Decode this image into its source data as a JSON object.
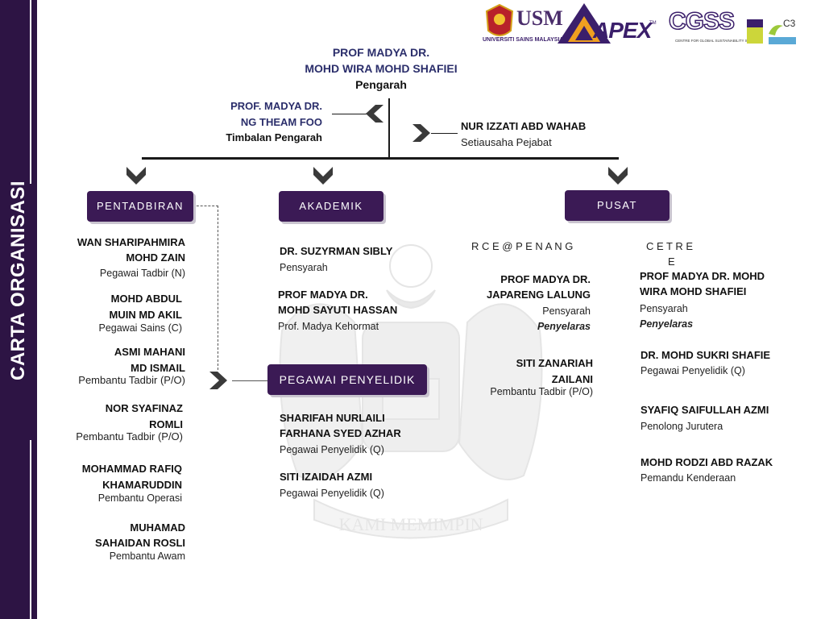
{
  "sidebar": {
    "title": "CARTA ORGANISASI"
  },
  "logos": {
    "usm_text": "USM",
    "usm_caption": "UNIVERSITI SAINS MALAYSIA",
    "apex_text": "APEX",
    "apex_tm": "TM",
    "cgss_text": "CGSS",
    "cgss_caption": "CENTRE FOR GLOBAL SUSTAINABILITY STUDIES",
    "c3_text": "C3"
  },
  "director": {
    "name_line1": "PROF MADYA DR.",
    "name_line2": "MOHD WIRA MOHD SHAFIEI",
    "role": "Pengarah"
  },
  "deputy": {
    "name_line1": "PROF. MADYA DR.",
    "name_line2": "NG THEAM FOO",
    "role": "Timbalan Pengarah"
  },
  "secretary": {
    "name": "NUR IZZATI ABD WAHAB",
    "role": "Setiausaha Pejabat"
  },
  "boxes": {
    "pentadbiran": "PENTADBIRAN",
    "akademik": "AKADEMIK",
    "pusat": "PUSAT",
    "penyelidik": "PEGAWAI PENYELIDIK"
  },
  "pentadbiran": [
    {
      "l1": "WAN SHARIPAHMIRA",
      "l2": "MOHD ZAIN",
      "role": "Pegawai  Tadbir  (N)"
    },
    {
      "l1": "MOHD  ABDUL",
      "l2": "MUIN MD AKIL",
      "role": "Pegawai  Sains  (C)"
    },
    {
      "l1": "ASMI MAHANI",
      "l2": "MD ISMAIL",
      "role": "Pembantu Tadbir (P/O)"
    },
    {
      "l1": "NOR SYAFINAZ",
      "l2": "ROMLI",
      "role": "Pembantu Tadbir (P/O)"
    },
    {
      "l1": "MOHAMMAD RAFIQ",
      "l2": "KHAMARUDDIN",
      "role": "Pembantu Operasi"
    },
    {
      "l1": "MUHAMAD",
      "l2": "SAHAIDAN ROSLI",
      "role": "Pembantu  Awam"
    }
  ],
  "akademik": [
    {
      "l1": "DR. SUZYRMAN SIBLY",
      "role": "Pensyarah"
    },
    {
      "l1": "PROF MADYA DR.",
      "l2": "MOHD SAYUTI HASSAN",
      "role": "Prof. Madya Kehormat"
    }
  ],
  "penyelidik": [
    {
      "l1": "SHARIFAH  NURLAILI",
      "l2": "FARHANA SYED AZHAR",
      "role": "Pegawai  Penyelidik  (Q)"
    },
    {
      "l1": "SITI IZAIDAH AZMI",
      "role": "Pegawai  Penyelidik  (Q)"
    }
  ],
  "rce": {
    "heading": "R C E @ P E N A N G",
    "p1": {
      "l1": "PROF MADYA DR.",
      "l2": "JAPARENG LALUNG",
      "role": "Pensyarah",
      "role2": "Penyelaras"
    },
    "p2": {
      "l1": "SITI ZANARIAH",
      "l2": "ZAILANI",
      "role": "Pembantu Tadbir (P/O)"
    }
  },
  "cetre": {
    "heading1": "C E T R E",
    "heading2": "E",
    "p1": {
      "l1": "PROF MADYA DR. MOHD",
      "l2": "WIRA MOHD SHAFIEI",
      "role": "Pensyarah",
      "role2": "Penyelaras"
    },
    "p2": {
      "l1": "DR. MOHD SUKRI SHAFIE",
      "role": "Pegawai  Penyelidik  (Q)"
    },
    "p3": {
      "l1": "SYAFIQ  SAIFULLAH AZMI",
      "role": "Penolong  Jurutera"
    },
    "p4": {
      "l1": "MOHD RODZI ABD RAZAK",
      "role": "Pemandu  Kenderaan"
    }
  },
  "watermark": {
    "motto": "KAMI MEMIMPIN"
  },
  "colors": {
    "sidebar": "#2d1444",
    "box": "#3b1a55",
    "navy_text": "#2b2e6b",
    "arrow": "#3a3a3a",
    "apex_orange": "#f0a020",
    "apex_purple": "#3b1f6b"
  }
}
